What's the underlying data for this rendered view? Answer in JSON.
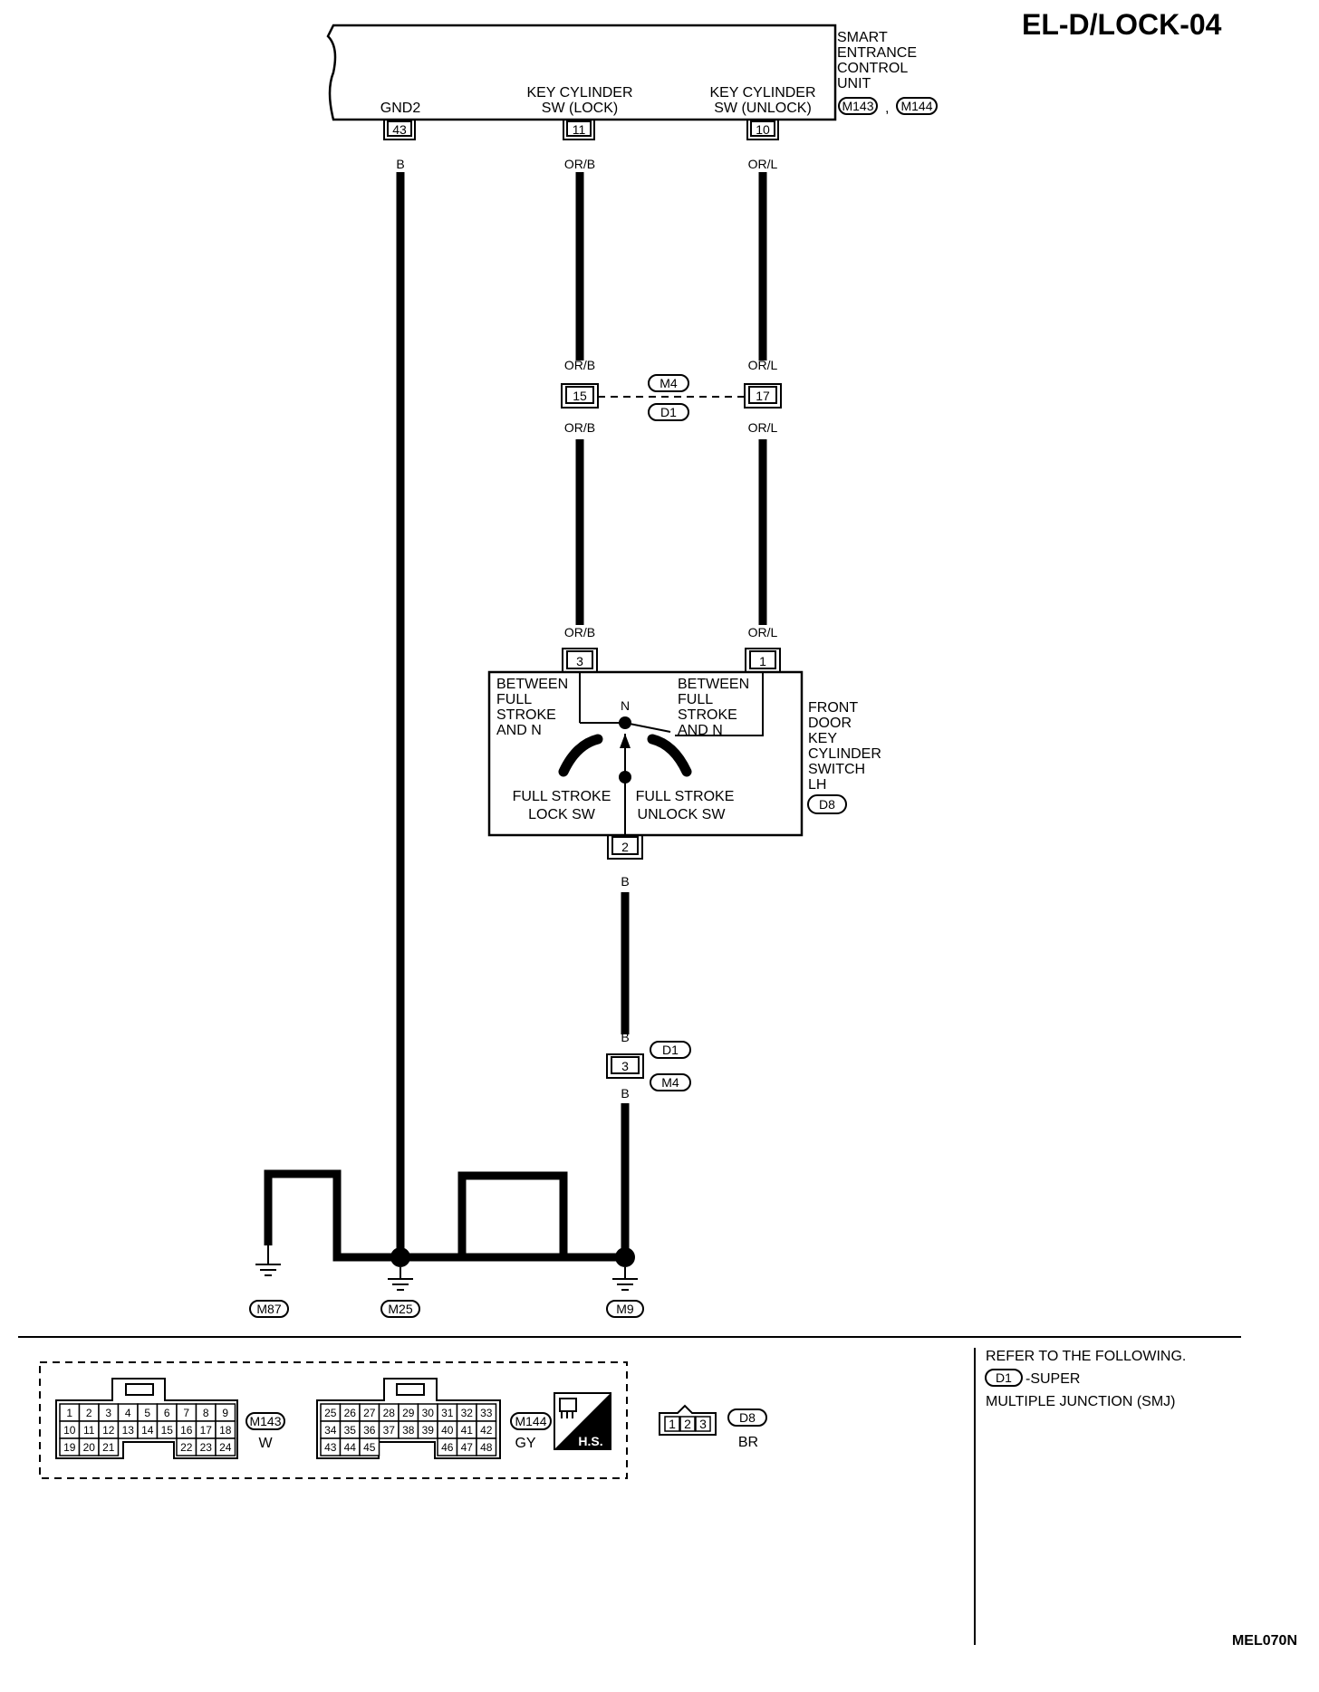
{
  "page": {
    "title": "EL-D/LOCK-04",
    "figure_code": "MEL070N"
  },
  "control_unit": {
    "name_lines": [
      "SMART",
      "ENTRANCE",
      "CONTROL",
      "UNIT"
    ],
    "connectors": [
      "M143",
      "M144"
    ],
    "connector_separator": ",",
    "terminals": [
      {
        "label_lines": [
          "GND2"
        ],
        "pin": "43",
        "wire": "B"
      },
      {
        "label_lines": [
          "KEY CYLINDER",
          "SW (LOCK)"
        ],
        "pin": "11",
        "wire": "OR/B"
      },
      {
        "label_lines": [
          "KEY CYLINDER",
          "SW (UNLOCK)"
        ],
        "pin": "10",
        "wire": "OR/L"
      }
    ]
  },
  "junction_1": {
    "connector_top": "M4",
    "connector_bottom": "D1",
    "pins": [
      {
        "pin": "15",
        "wire_in": "OR/B",
        "wire_out": "OR/B"
      },
      {
        "pin": "17",
        "wire_in": "OR/L",
        "wire_out": "OR/L"
      }
    ]
  },
  "switch": {
    "name_lines": [
      "FRONT",
      "DOOR",
      "KEY",
      "CYLINDER",
      "SWITCH",
      "LH"
    ],
    "connector": "D8",
    "pin_lock": "3",
    "wire_lock": "OR/B",
    "pin_unlock": "1",
    "wire_unlock": "OR/L",
    "pin_ground": "2",
    "wire_ground": "B",
    "left_note": [
      "BETWEEN",
      "FULL",
      "STROKE",
      "AND N"
    ],
    "right_note": [
      "BETWEEN",
      "FULL",
      "STROKE",
      "AND N"
    ],
    "neutral": "N",
    "lock_label": [
      "FULL STROKE",
      "LOCK SW"
    ],
    "unlock_label": [
      "FULL STROKE",
      "UNLOCK SW"
    ]
  },
  "junction_2": {
    "pin": "3",
    "wire_in": "B",
    "wire_out": "B",
    "connector_top": "D1",
    "connector_bottom": "M4"
  },
  "grounds": {
    "wire_labels": [
      "B",
      "B",
      "B",
      "B",
      "B",
      "B"
    ],
    "points": [
      "M87",
      "M25",
      "M9"
    ]
  },
  "connector_views": {
    "m143": {
      "code": "M143",
      "color": "W",
      "rows": [
        [
          "1",
          "2",
          "3",
          "4",
          "5",
          "6",
          "7",
          "8",
          "9"
        ],
        [
          "10",
          "11",
          "12",
          "13",
          "14",
          "15",
          "16",
          "17",
          "18"
        ],
        [
          "19",
          "20",
          "21",
          "22",
          "23",
          "24"
        ]
      ]
    },
    "m144": {
      "code": "M144",
      "color": "GY",
      "rows": [
        [
          "25",
          "26",
          "27",
          "28",
          "29",
          "30",
          "31",
          "32",
          "33"
        ],
        [
          "34",
          "35",
          "36",
          "37",
          "38",
          "39",
          "40",
          "41",
          "42"
        ],
        [
          "43",
          "44",
          "45",
          "46",
          "47",
          "48"
        ]
      ]
    },
    "hs_badge": "H.S.",
    "d8": {
      "code": "D8",
      "color": "BR",
      "pins": [
        "1",
        "2",
        "3"
      ]
    }
  },
  "reference": {
    "heading": "REFER TO THE FOLLOWING.",
    "code": "D1",
    "line_1": "-SUPER",
    "line_2": "MULTIPLE JUNCTION (SMJ)"
  }
}
